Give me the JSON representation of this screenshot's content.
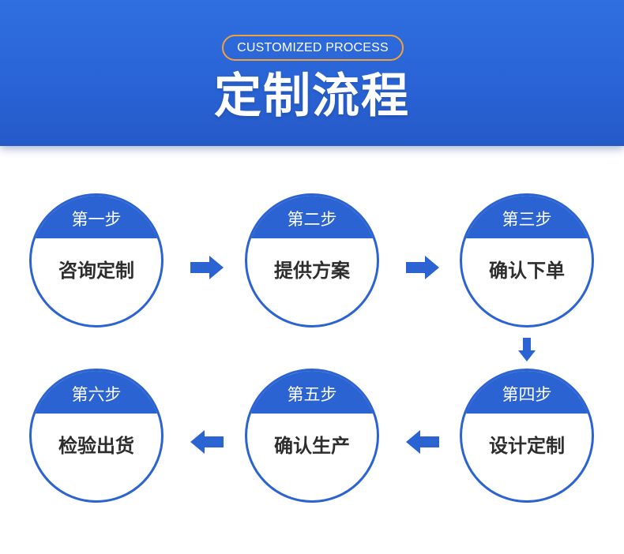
{
  "header": {
    "badge": "CUSTOMIZED PROCESS",
    "title": "定制流程"
  },
  "steps": [
    {
      "step": "第一步",
      "label": "咨询定制"
    },
    {
      "step": "第二步",
      "label": "提供方案"
    },
    {
      "step": "第三步",
      "label": "确认下单"
    },
    {
      "step": "第四步",
      "label": "设计定制"
    },
    {
      "step": "第五步",
      "label": "确认生产"
    },
    {
      "step": "第六步",
      "label": "检验出货"
    }
  ],
  "colors": {
    "primary_blue": "#2b63d2",
    "badge_border": "#f2a23a",
    "label_text": "#2d2d2d"
  },
  "icons": [
    "arrow-right-icon",
    "arrow-down-icon",
    "arrow-left-icon"
  ]
}
